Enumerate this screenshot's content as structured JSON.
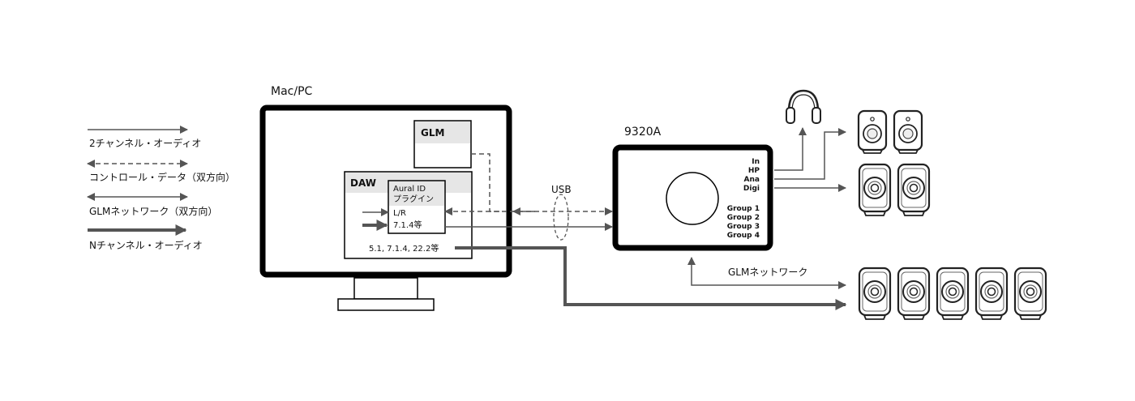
{
  "legend": {
    "stereo_audio": "2チャンネル・オーディオ",
    "control_data": "コントロール・データ（双方向）",
    "glm_network": "GLMネットワーク（双方向）",
    "n_channel_audio": "Nチャンネル・オーディオ"
  },
  "computer": {
    "label": "Mac/PC",
    "glm_window": "GLM",
    "daw_window": "DAW",
    "plugin_line1": "Aural ID",
    "plugin_line2": "プラグイン",
    "plugin_io_line1": "L/R",
    "plugin_io_line2": "7.1.4等",
    "multichannel_output": "5.1, 7.1.4, 22.2等"
  },
  "usb_label": "USB",
  "interface": {
    "label": "9320A",
    "outputs": [
      "In",
      "HP",
      "Ana",
      "Digi"
    ],
    "groups": [
      "Group 1",
      "Group 2",
      "Group 3",
      "Group 4"
    ]
  },
  "glm_network_label": "GLMネットワーク",
  "colors": {
    "line": "#555555",
    "frame": "#000000",
    "window_header": "#e6e6e6"
  }
}
